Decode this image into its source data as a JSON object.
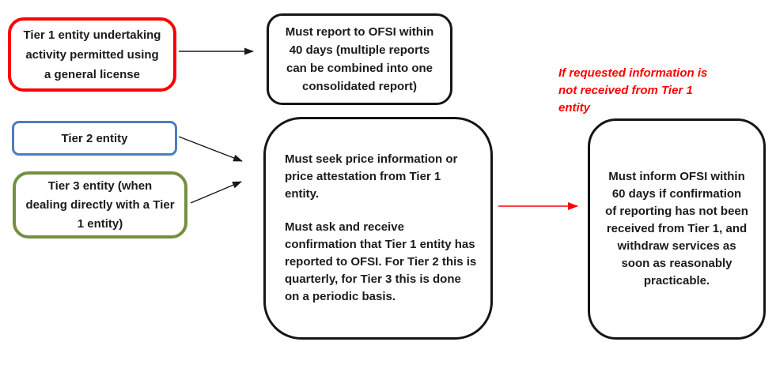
{
  "colors": {
    "background": "#ffffff",
    "text": "#1b1b1b",
    "tier1_border": "#fe0000",
    "tier2_border": "#4a7ebb",
    "tier3_border": "#73903f",
    "black_border": "#151515",
    "arrow_black": "#1a1a1a",
    "arrow_red": "#fe0000",
    "annotation_text": "#fe0000"
  },
  "boxes": {
    "tier1": {
      "lines": [
        "Tier 1 entity undertaking",
        "activity permitted using",
        "a general license"
      ]
    },
    "report": {
      "lines": [
        "Must report to OFSI within",
        "40 days (multiple reports",
        "can be combined into one",
        "consolidated report)"
      ]
    },
    "tier2": {
      "lines": [
        "Tier 2 entity"
      ]
    },
    "tier3": {
      "lines": [
        "Tier 3 entity (when",
        "dealing directly with a Tier",
        "1 entity)"
      ]
    },
    "obligations": {
      "para1_lines": [
        "Must seek price information or",
        "price attestation from Tier 1",
        "entity."
      ],
      "para2_lines": [
        "Must ask and receive",
        "confirmation that Tier 1 entity has",
        "reported to OFSI. For Tier 2 this is",
        "quarterly, for Tier 3 this is done",
        "on a periodic basis."
      ]
    },
    "inform": {
      "lines": [
        "Must inform OFSI within",
        "60 days if confirmation",
        "of reporting has not been",
        "received from Tier 1, and",
        "withdraw services as",
        "soon as reasonably",
        "practicable."
      ]
    }
  },
  "annotation": {
    "lines": [
      "If requested information is",
      "not received from Tier 1",
      "entity"
    ]
  }
}
